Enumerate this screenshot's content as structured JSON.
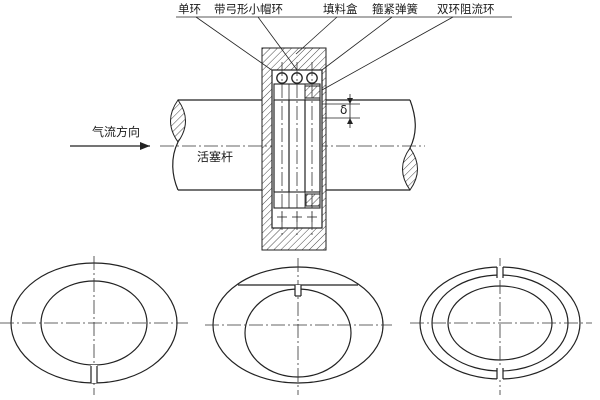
{
  "labels": {
    "single_ring": "单环",
    "bowl_ring": "带弓形小帽环",
    "packing_box": "填料盒",
    "tight_spring": "箍紧弹簧",
    "double_ring": "双环阻流环",
    "airflow_direction": "气流方向",
    "piston_rod": "活塞杆",
    "gap_symbol": "δ"
  },
  "colors": {
    "line": "#222222",
    "background": "#ffffff"
  }
}
